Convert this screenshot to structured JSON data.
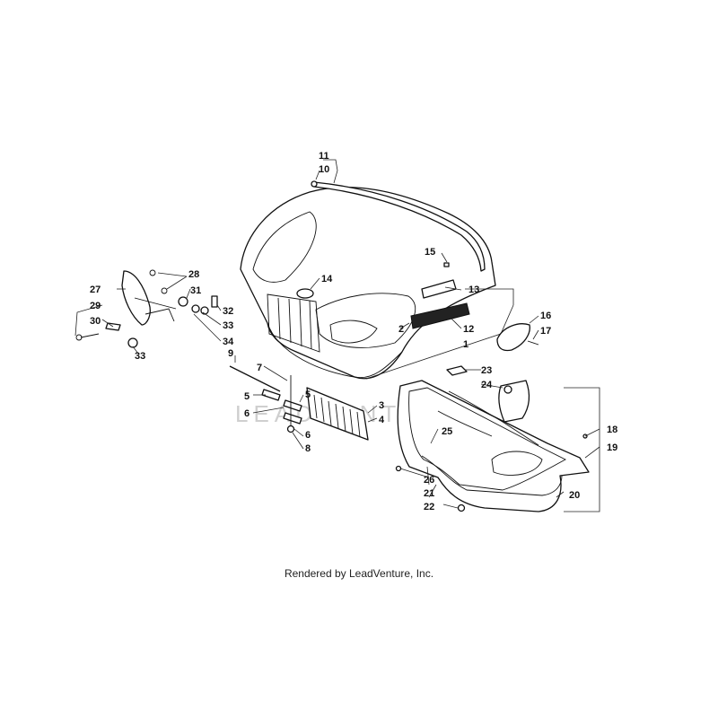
{
  "watermark": "LEADVENTURE",
  "credit": "Rendered by LeadVenture, Inc.",
  "callouts": [
    "1",
    "2",
    "3",
    "4",
    "5",
    "5",
    "6",
    "6",
    "7",
    "8",
    "9",
    "10",
    "11",
    "12",
    "13",
    "14",
    "15",
    "16",
    "17",
    "18",
    "19",
    "20",
    "21",
    "22",
    "23",
    "24",
    "25",
    "26",
    "27",
    "28",
    "29",
    "30",
    "31",
    "32",
    "33",
    "33",
    "34"
  ]
}
